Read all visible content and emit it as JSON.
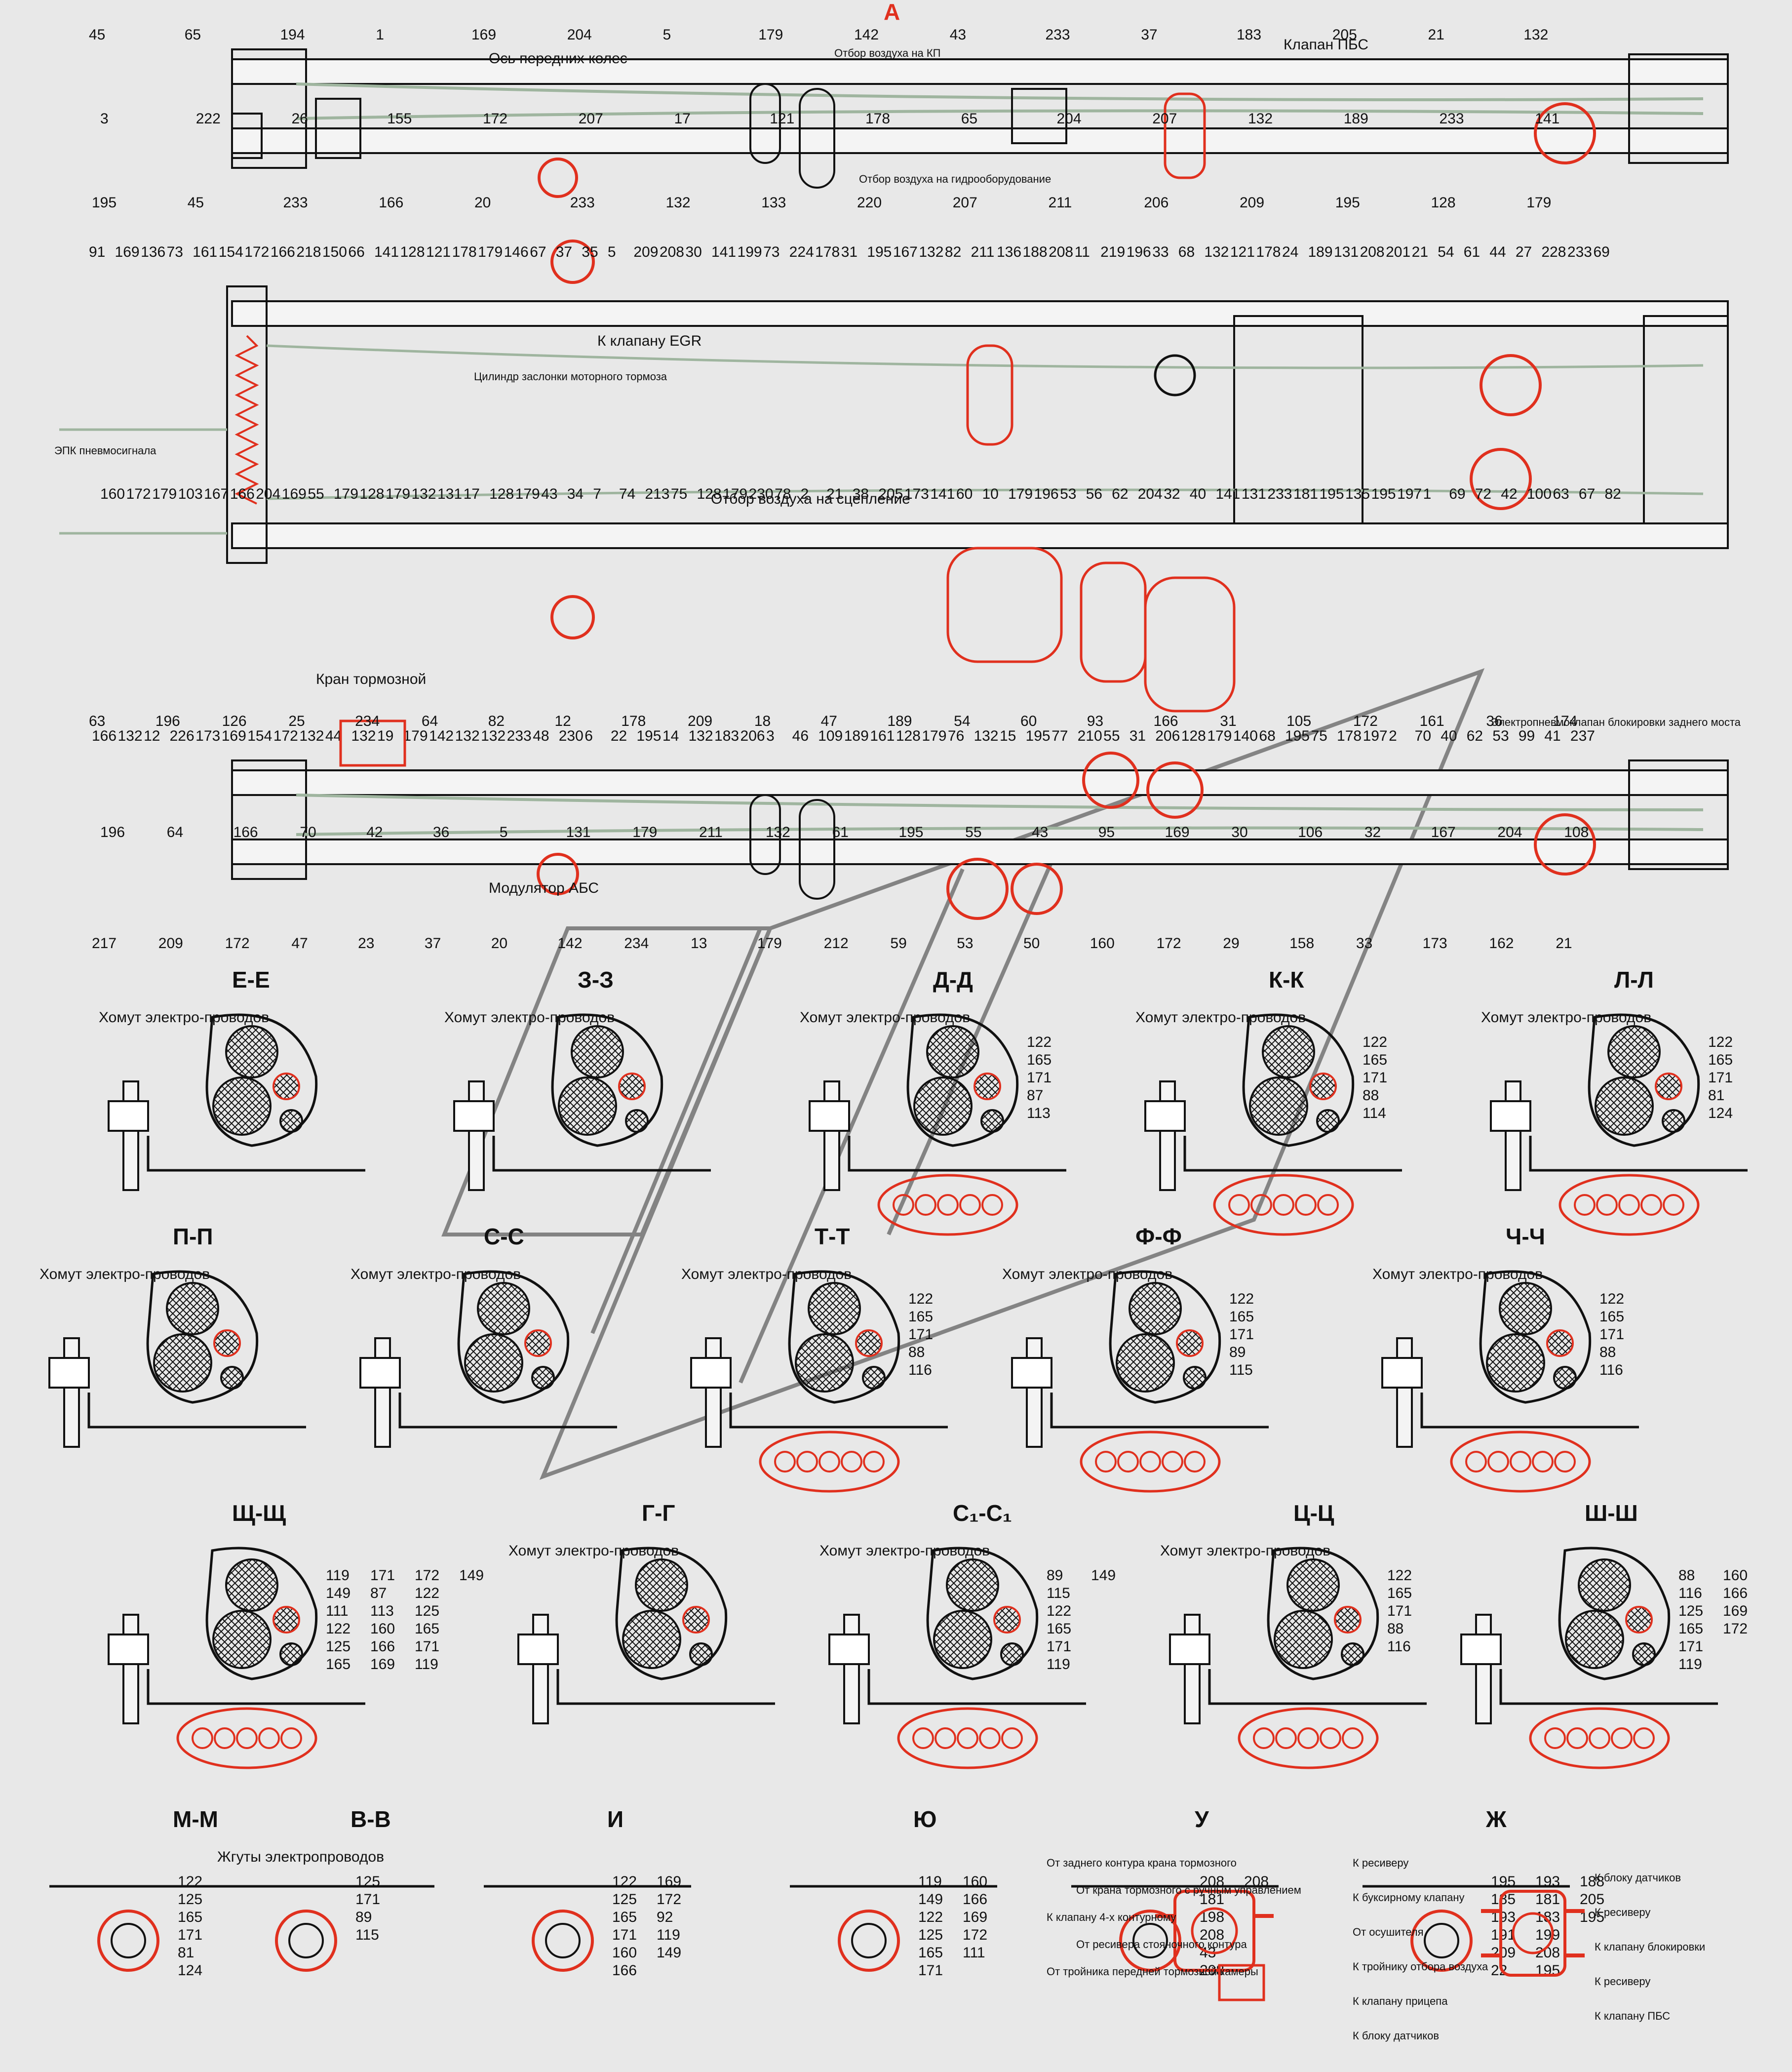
{
  "top_view": {
    "section_letter": "А",
    "notes": {
      "front_axle": "Ось передних колес",
      "pbs_valve": "Клапан ПБС",
      "air_kp": "Отбор воздуха на КП",
      "air_hydro": "Отбор воздуха на гидрооборудование"
    },
    "numbers": [
      "45",
      "3",
      "195",
      "65",
      "222",
      "45",
      "194",
      "26",
      "233",
      "1",
      "155",
      "166",
      "169",
      "172",
      "20",
      "204",
      "207",
      "233",
      "5",
      "17",
      "132",
      "179",
      "121",
      "133",
      "142",
      "178",
      "220",
      "43",
      "65",
      "207",
      "233",
      "204",
      "211",
      "37",
      "207",
      "206",
      "183",
      "132",
      "209",
      "205",
      "189",
      "195",
      "21",
      "233",
      "128",
      "132",
      "141",
      "179"
    ]
  },
  "middle_view": {
    "notes": {
      "egr": "К клапану EGR",
      "engine_brake": "Цилиндр заслонки моторного тормоза",
      "epk": "ЭПК пневмосигнала",
      "clutch_air": "Отбор воздуха на сцепление",
      "brake_valve": "Кран тормозной"
    },
    "numbers": [
      "91",
      "160",
      "166",
      "169",
      "172",
      "132",
      "136",
      "179",
      "12",
      "73",
      "103",
      "226",
      "161",
      "167",
      "173",
      "154",
      "166",
      "169",
      "172",
      "204",
      "154",
      "166",
      "169",
      "172",
      "218",
      "55",
      "132",
      "150",
      "179",
      "44",
      "66",
      "128",
      "132",
      "141",
      "179",
      "19",
      "128",
      "132",
      "179",
      "121",
      "131",
      "142",
      "178",
      "17",
      "132",
      "179",
      "128",
      "132",
      "146",
      "179",
      "233",
      "67",
      "43",
      "48",
      "37",
      "34",
      "230",
      "35",
      "7",
      "6",
      "5",
      "74",
      "22",
      "209",
      "213",
      "195",
      "208",
      "75",
      "14",
      "30",
      "128",
      "132",
      "141",
      "179",
      "183",
      "199",
      "230",
      "206",
      "73",
      "78",
      "3",
      "224",
      "2",
      "46",
      "178",
      "21",
      "109",
      "31",
      "38",
      "189",
      "195",
      "205",
      "161",
      "167",
      "173",
      "128",
      "132",
      "141",
      "179",
      "82",
      "60",
      "76",
      "211",
      "10",
      "132",
      "136",
      "179",
      "15",
      "188",
      "196",
      "195",
      "208",
      "53",
      "77",
      "11",
      "56",
      "210",
      "219",
      "62",
      "55",
      "196",
      "204",
      "31",
      "33",
      "32",
      "206",
      "68",
      "40",
      "128",
      "132",
      "141",
      "179",
      "121",
      "131",
      "140",
      "178",
      "233",
      "68",
      "24",
      "181",
      "195",
      "189",
      "195",
      "75",
      "131",
      "135",
      "178",
      "208",
      "195",
      "197",
      "201",
      "197",
      "2",
      "21",
      "1",
      "70",
      "54",
      "69",
      "40",
      "61",
      "72",
      "62",
      "44",
      "42",
      "53",
      "27",
      "100",
      "99",
      "228",
      "63",
      "41",
      "233",
      "67",
      "237",
      "69",
      "82"
    ]
  },
  "bottom_view": {
    "notes": {
      "abs_modulator": "Модулятор АБС",
      "lock_valve": "Электропневмоклапан блокировки заднего моста"
    },
    "numbers": [
      "63",
      "196",
      "217",
      "196",
      "64",
      "209",
      "126",
      "166",
      "172",
      "25",
      "70",
      "47",
      "234",
      "42",
      "23",
      "64",
      "36",
      "37",
      "82",
      "5",
      "20",
      "12",
      "131",
      "142",
      "178",
      "179",
      "234",
      "209",
      "211",
      "13",
      "18",
      "132",
      "179",
      "47",
      "61",
      "212",
      "189",
      "195",
      "59",
      "54",
      "55",
      "53",
      "60",
      "43",
      "50",
      "93",
      "95",
      "160",
      "166",
      "169",
      "172",
      "31",
      "30",
      "29",
      "105",
      "106",
      "158",
      "172",
      "32",
      "33",
      "161",
      "167",
      "173",
      "36",
      "204",
      "162",
      "174",
      "108",
      "21"
    ]
  },
  "sections": [
    {
      "title": "Е-Е",
      "clamp": "Хомут электро-проводов",
      "refs": []
    },
    {
      "title": "З-З",
      "clamp": "Хомут электро-проводов",
      "refs": []
    },
    {
      "title": "Д-Д",
      "clamp": "Хомут электро-проводов",
      "refs": [
        "122",
        "165",
        "171",
        "87",
        "113"
      ]
    },
    {
      "title": "К-К",
      "clamp": "Хомут электро-проводов",
      "refs": [
        "122",
        "165",
        "171",
        "88",
        "114"
      ]
    },
    {
      "title": "Л-Л",
      "clamp": "Хомут электро-проводов",
      "refs": [
        "122",
        "165",
        "171",
        "81",
        "124"
      ]
    },
    {
      "title": "П-П",
      "clamp": "Хомут электро-проводов",
      "refs": []
    },
    {
      "title": "С-С",
      "clamp": "Хомут электро-проводов",
      "refs": []
    },
    {
      "title": "Т-Т",
      "clamp": "Хомут электро-проводов",
      "refs": [
        "122",
        "165",
        "171",
        "88",
        "116"
      ]
    },
    {
      "title": "Ф-Ф",
      "clamp": "Хомут электро-проводов",
      "refs": [
        "122",
        "165",
        "171",
        "89",
        "115"
      ]
    },
    {
      "title": "Ч-Ч",
      "clamp": "Хомут электро-проводов",
      "refs": [
        "122",
        "165",
        "171",
        "88",
        "116"
      ]
    },
    {
      "title": "Щ-Щ",
      "clamp": "",
      "refs": [
        "119",
        "149",
        "111",
        "122",
        "125",
        "165",
        "171",
        "87",
        "113",
        "160",
        "166",
        "169",
        "172",
        "122",
        "125",
        "165",
        "171",
        "119",
        "149"
      ]
    },
    {
      "title": "Г-Г",
      "clamp": "Хомут электро-проводов",
      "refs": []
    },
    {
      "title": "С₁-С₁",
      "clamp": "Хомут электро-проводов",
      "refs": [
        "89",
        "115",
        "122",
        "165",
        "171",
        "119",
        "149"
      ]
    },
    {
      "title": "Ц-Ц",
      "clamp": "Хомут электро-проводов",
      "refs": [
        "122",
        "165",
        "171",
        "88",
        "116"
      ]
    },
    {
      "title": "Ш-Ш",
      "clamp": "",
      "refs": [
        "88",
        "116",
        "125",
        "165",
        "171",
        "119",
        "160",
        "166",
        "169",
        "172"
      ]
    },
    {
      "title": "М-М",
      "clamp": "",
      "refs": [
        "122",
        "125",
        "165",
        "171",
        "81",
        "124"
      ]
    },
    {
      "title": "В-В",
      "clamp": "Жгуты электропроводов",
      "refs": [
        "125",
        "171",
        "89",
        "115"
      ]
    },
    {
      "title": "И",
      "clamp": "",
      "refs": [
        "122",
        "125",
        "165",
        "171",
        "160",
        "166",
        "169",
        "172",
        "92",
        "119",
        "149"
      ]
    },
    {
      "title": "Ю",
      "clamp": "",
      "refs": [
        "119",
        "149",
        "122",
        "125",
        "165",
        "171",
        "160",
        "166",
        "169",
        "172",
        "111"
      ]
    },
    {
      "title": "У",
      "clamp": "",
      "refs": [
        "208",
        "181",
        "198",
        "208",
        "43",
        "208",
        "208"
      ]
    },
    {
      "title": "Ж",
      "clamp": "",
      "refs": [
        "195",
        "185",
        "193",
        "191",
        "209",
        "22",
        "193",
        "181",
        "183",
        "199",
        "208",
        "195",
        "188",
        "205",
        "195"
      ]
    }
  ],
  "valve_u_labels": [
    "От заднего контура крана тормозного",
    "От крана тормозного с ручным управлением",
    "К клапану 4-х контурному",
    "От ресивера стояночного контура",
    "От тройника передней тормозной камеры"
  ],
  "valve_zh_labels": [
    "К ресиверу",
    "К блоку датчиков",
    "К буксирному клапану",
    "К ресиверу",
    "От осушителя",
    "К клапану блокировки",
    "К тройнику отбора воздуха",
    "К ресиверу",
    "К клапану прицепа",
    "К клапану ПБС",
    "К блоку датчиков"
  ],
  "colors": {
    "background": "#e8e8e8",
    "line": "#111111",
    "red": "#e0301e",
    "frame_fill": "#f4f4f4",
    "tube_green": "#9fb59f"
  }
}
